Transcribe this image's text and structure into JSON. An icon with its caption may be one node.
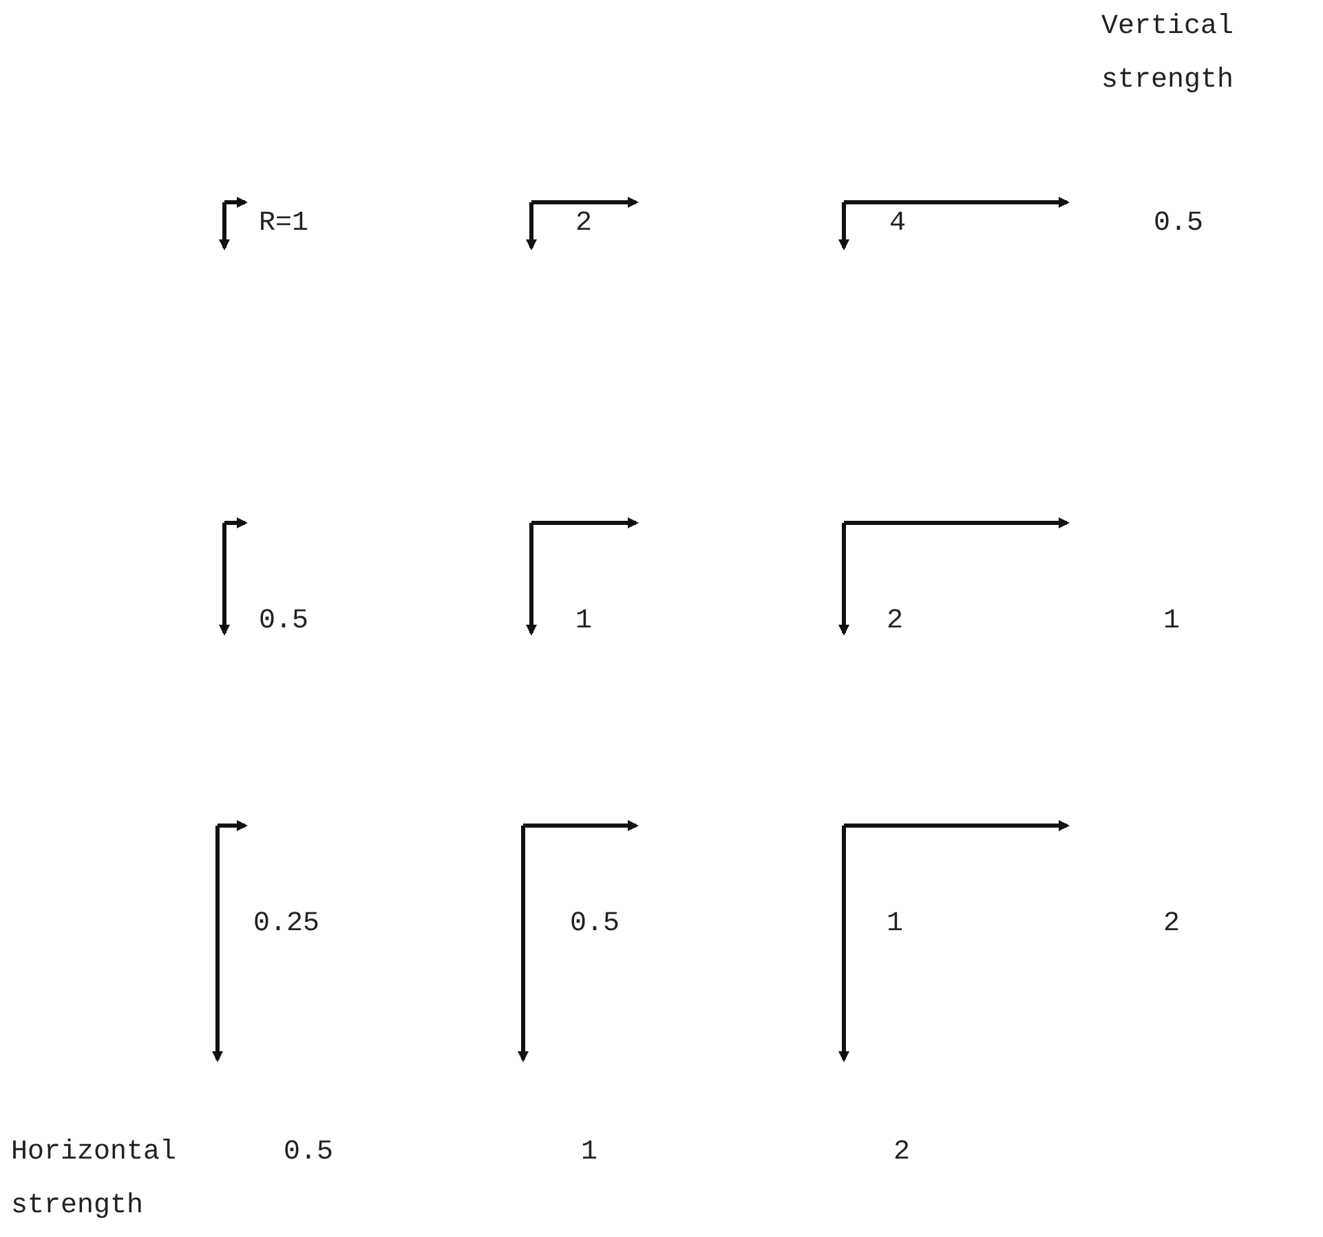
{
  "diagram": {
    "labels": [
      "Vertical strength",
      "R=1",
      "2",
      "4",
      "0.5",
      "0.5",
      "1",
      "2",
      "1",
      "0.25",
      "0.5",
      "1",
      "2",
      "Horizontal strength",
      "0.5",
      "1",
      "2"
    ]
  }
}
